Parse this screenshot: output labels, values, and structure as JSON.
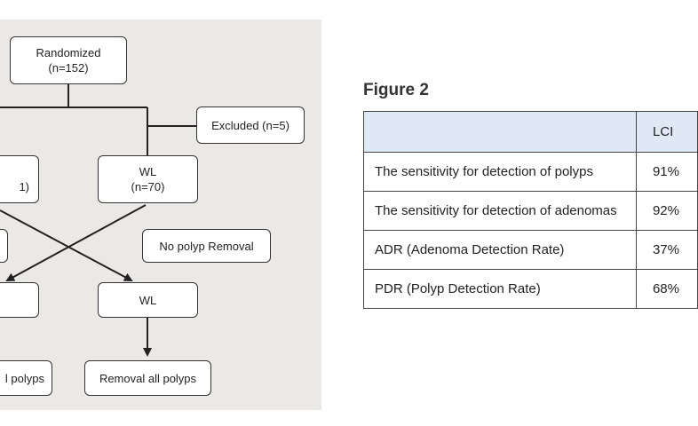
{
  "diagram": {
    "randomized_label": "Randomized",
    "randomized_n": "(n=152)",
    "excluded_label": "Excluded (n=5)",
    "left_arm_fragment": "1)",
    "wl_label": "WL",
    "wl_n": "(n=70)",
    "no_polyp_removal": "No polyp Removal",
    "wl_second": "WL",
    "removal_left_fragment": "l polyps",
    "removal_all_polyps": "Removal all polyps"
  },
  "figure": {
    "title": "Figure 2",
    "header": [
      "",
      "LCI"
    ],
    "rows": [
      {
        "label": "The sensitivity for detection of polyps",
        "value": "91%"
      },
      {
        "label": "The sensitivity for detection of adenomas",
        "value": "92%"
      },
      {
        "label": "ADR (Adenoma Detection Rate)",
        "value": "37%"
      },
      {
        "label": "PDR (Polyp Detection Rate)",
        "value": "68%"
      }
    ]
  },
  "colors": {
    "panel": "#ebe9e6",
    "table_header": "#dfe9f5",
    "line": "#222222"
  }
}
